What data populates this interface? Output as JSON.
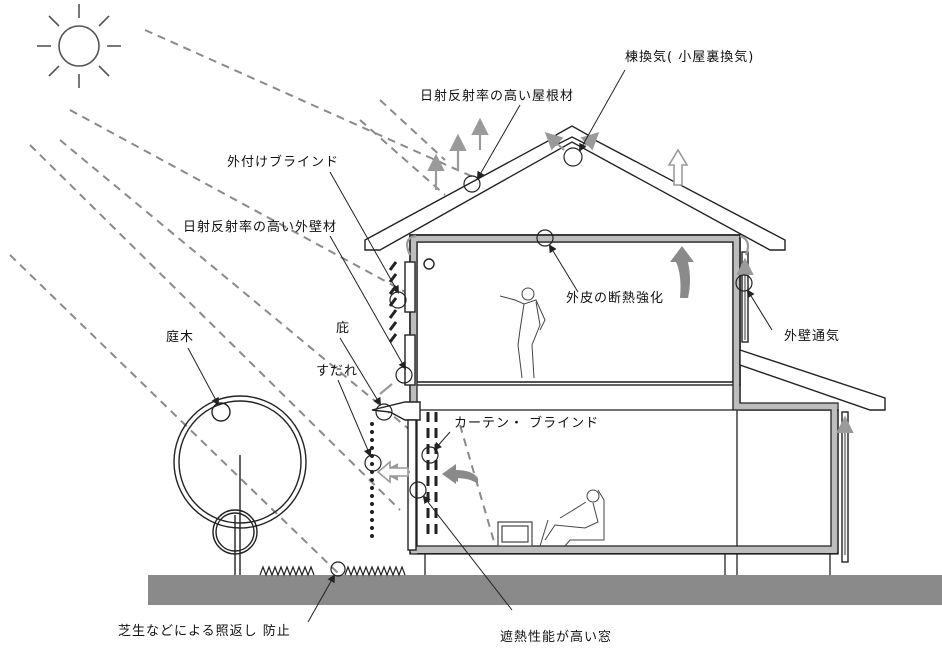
{
  "labels": {
    "ridge_vent": "棟換気( 小屋裏換気)",
    "roof_material": "日射反射率の高い屋根材",
    "external_blind": "外付けブラインド",
    "wall_material": "日射反射率の高い外壁材",
    "insulation": "外皮の断熱強化",
    "wall_ventilation": "外壁通気",
    "garden_tree": "庭木",
    "eave": "庇",
    "sudare": "すだれ",
    "curtain_blind": "カーテン・ ブラインド",
    "lawn": "芝生などによる照返し 防止",
    "window": "遮熱性能が高い窓"
  },
  "colors": {
    "line": "#222222",
    "ray": "#8a8a8a",
    "wall": "#bdbdbd",
    "ground": "#8a8a8a",
    "arrow": "#9a9a9a"
  },
  "icons": [
    "sun-icon",
    "person-standing-icon",
    "person-sitting-icon",
    "tv-icon",
    "tree-icon",
    "grass-icon"
  ]
}
